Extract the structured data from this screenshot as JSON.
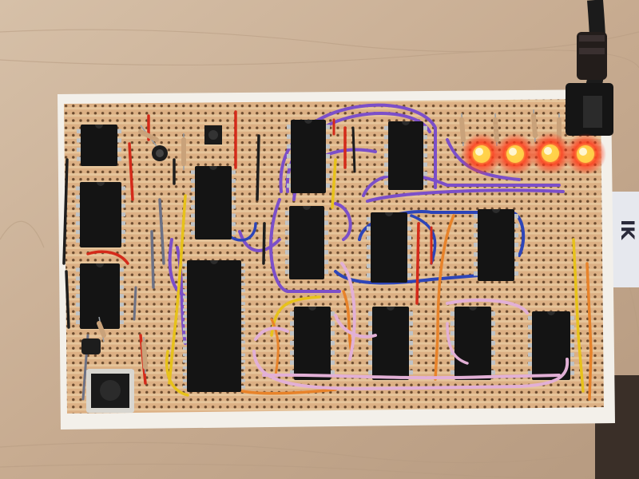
{
  "scene": {
    "subject": "stripboard-circuit",
    "colors": {
      "desk": "#c8ad93",
      "desk_grain": "#b79c82",
      "board": "#e9c9a0",
      "board_edge": "#f3f0ea",
      "strip": "#d7a77a",
      "hole": "#6b4a2e",
      "chip": "#141414",
      "chip_pin": "#bfc3c6",
      "wire_purple": "#7b4fc9",
      "wire_yellow": "#e7c21a",
      "wire_orange": "#e8832a",
      "wire_pink": "#e2b0d6",
      "wire_blue": "#2d45b8",
      "wire_red": "#d42a1a",
      "wire_black": "#1d1d1d",
      "wire_gray": "#6c7185",
      "led_glow": "#ff3a1a",
      "led_core": "#ffd24a"
    },
    "icons": {
      "push_button_small": "tactile-switch-icon",
      "push_button_large": "tactile-switch-icon",
      "power_jack": "dc-jack-icon",
      "capacitor": "capacitor-icon"
    },
    "components": {
      "ic_count": 13,
      "led_count": 4,
      "button_count": 2
    }
  }
}
